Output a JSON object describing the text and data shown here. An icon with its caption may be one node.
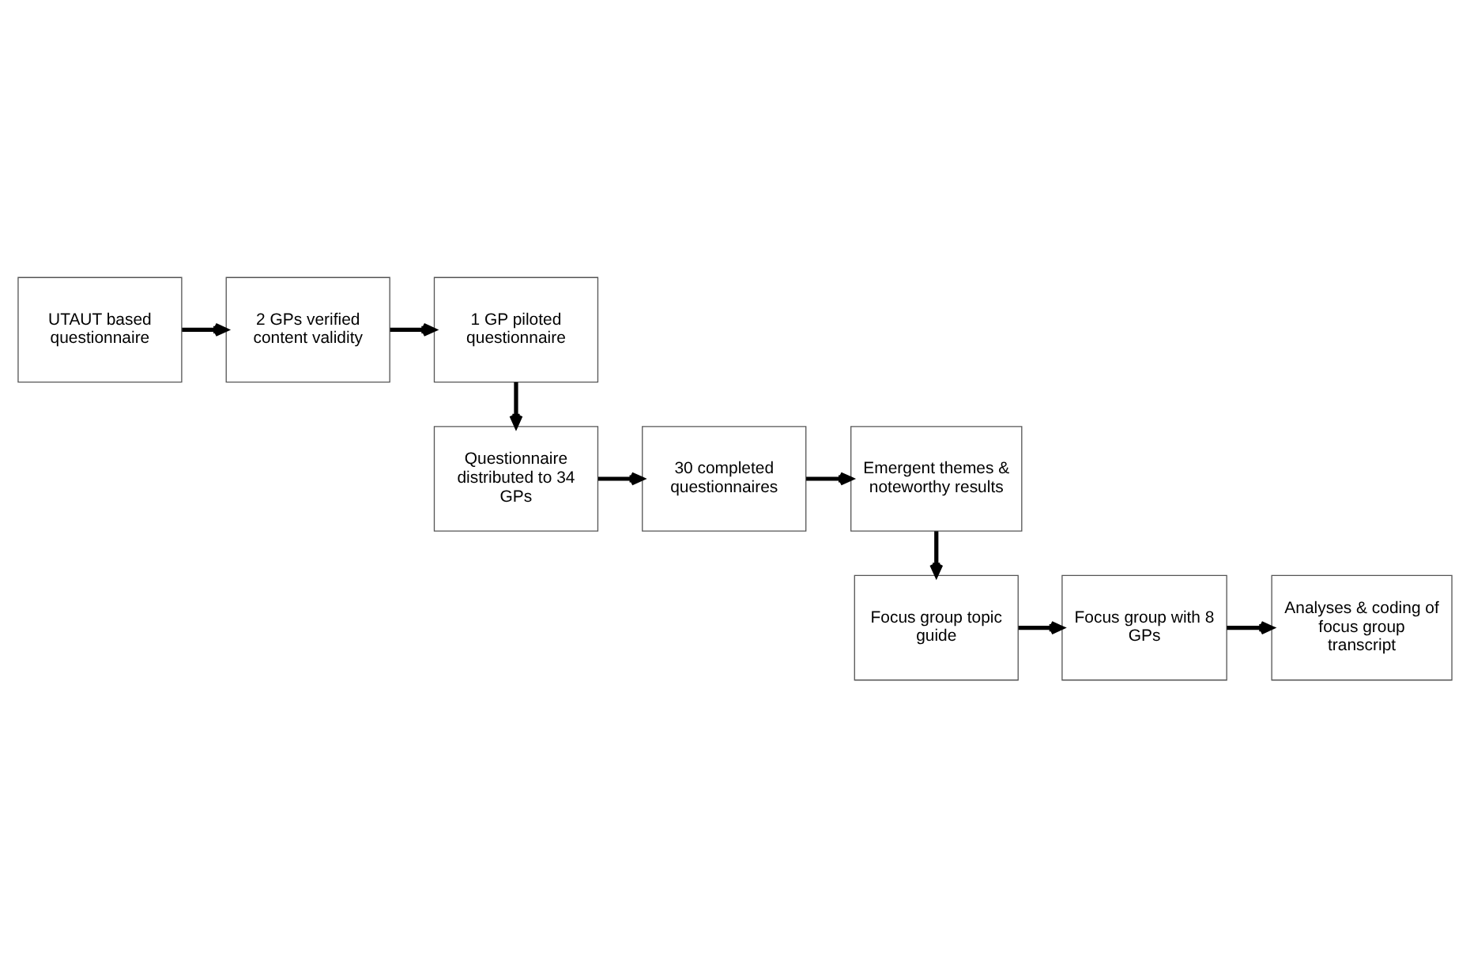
{
  "diagram": {
    "nodes": [
      {
        "text": [
          "UTAUT based questionnaire"
        ]
      },
      {
        "text": [
          "2 GPs verified content validity"
        ]
      },
      {
        "text": [
          "1 GP piloted questionnaire"
        ]
      },
      {
        "text": [
          "Questionnaire distributed to 34 GPs"
        ]
      },
      {
        "text": [
          "30 completed questionnaires"
        ]
      },
      {
        "text": [
          "Emergent themes & noteworthy results"
        ]
      },
      {
        "text": [
          "Focus group topic guide"
        ]
      },
      {
        "text": [
          "Focus group with 8 GPs"
        ]
      },
      {
        "text": [
          "Analyses & coding of focus group transcript"
        ]
      }
    ],
    "edges": [
      {
        "from": 0,
        "to": 1,
        "arrow": "to"
      },
      {
        "from": 1,
        "to": 2,
        "arrow": "to"
      },
      {
        "from": 2,
        "to": 3,
        "arrow": "to"
      },
      {
        "from": 3,
        "to": 4,
        "arrow": "to"
      },
      {
        "from": 4,
        "to": 5,
        "arrow": "to"
      },
      {
        "from": 5,
        "to": 6,
        "arrow": "to"
      },
      {
        "from": 6,
        "to": 7,
        "arrow": "to"
      },
      {
        "from": 7,
        "to": 8,
        "arrow": "to"
      }
    ]
  }
}
